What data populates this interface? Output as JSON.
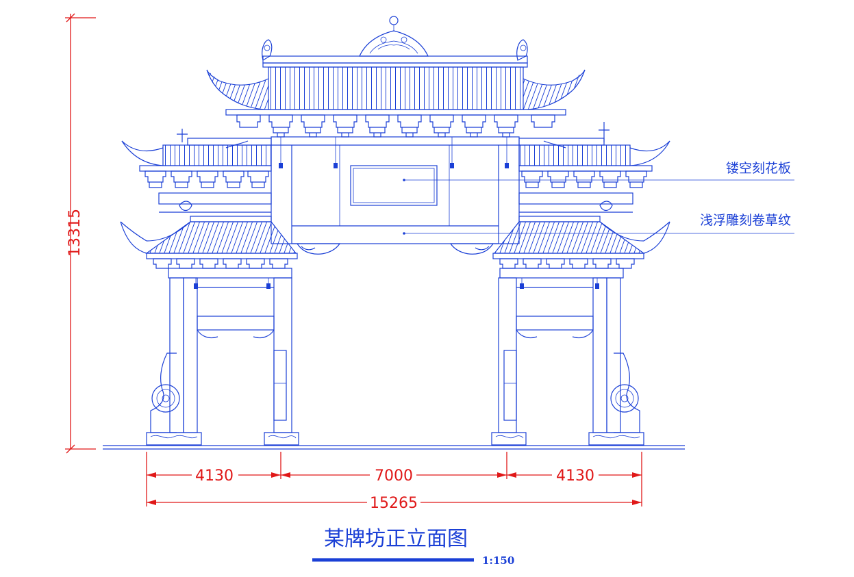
{
  "dimensions": {
    "height": "13315",
    "left_span": "4130",
    "center_span": "7000",
    "right_span": "4130",
    "total_width": "15265"
  },
  "annotations": {
    "pierced_panel": "镂空刻花板",
    "relief_carving": "浅浮雕刻卷草纹"
  },
  "title": "某牌坊正立面图",
  "scale": "1:150",
  "colors": {
    "linework": "#1a3fd6",
    "dimension": "#e01818"
  }
}
